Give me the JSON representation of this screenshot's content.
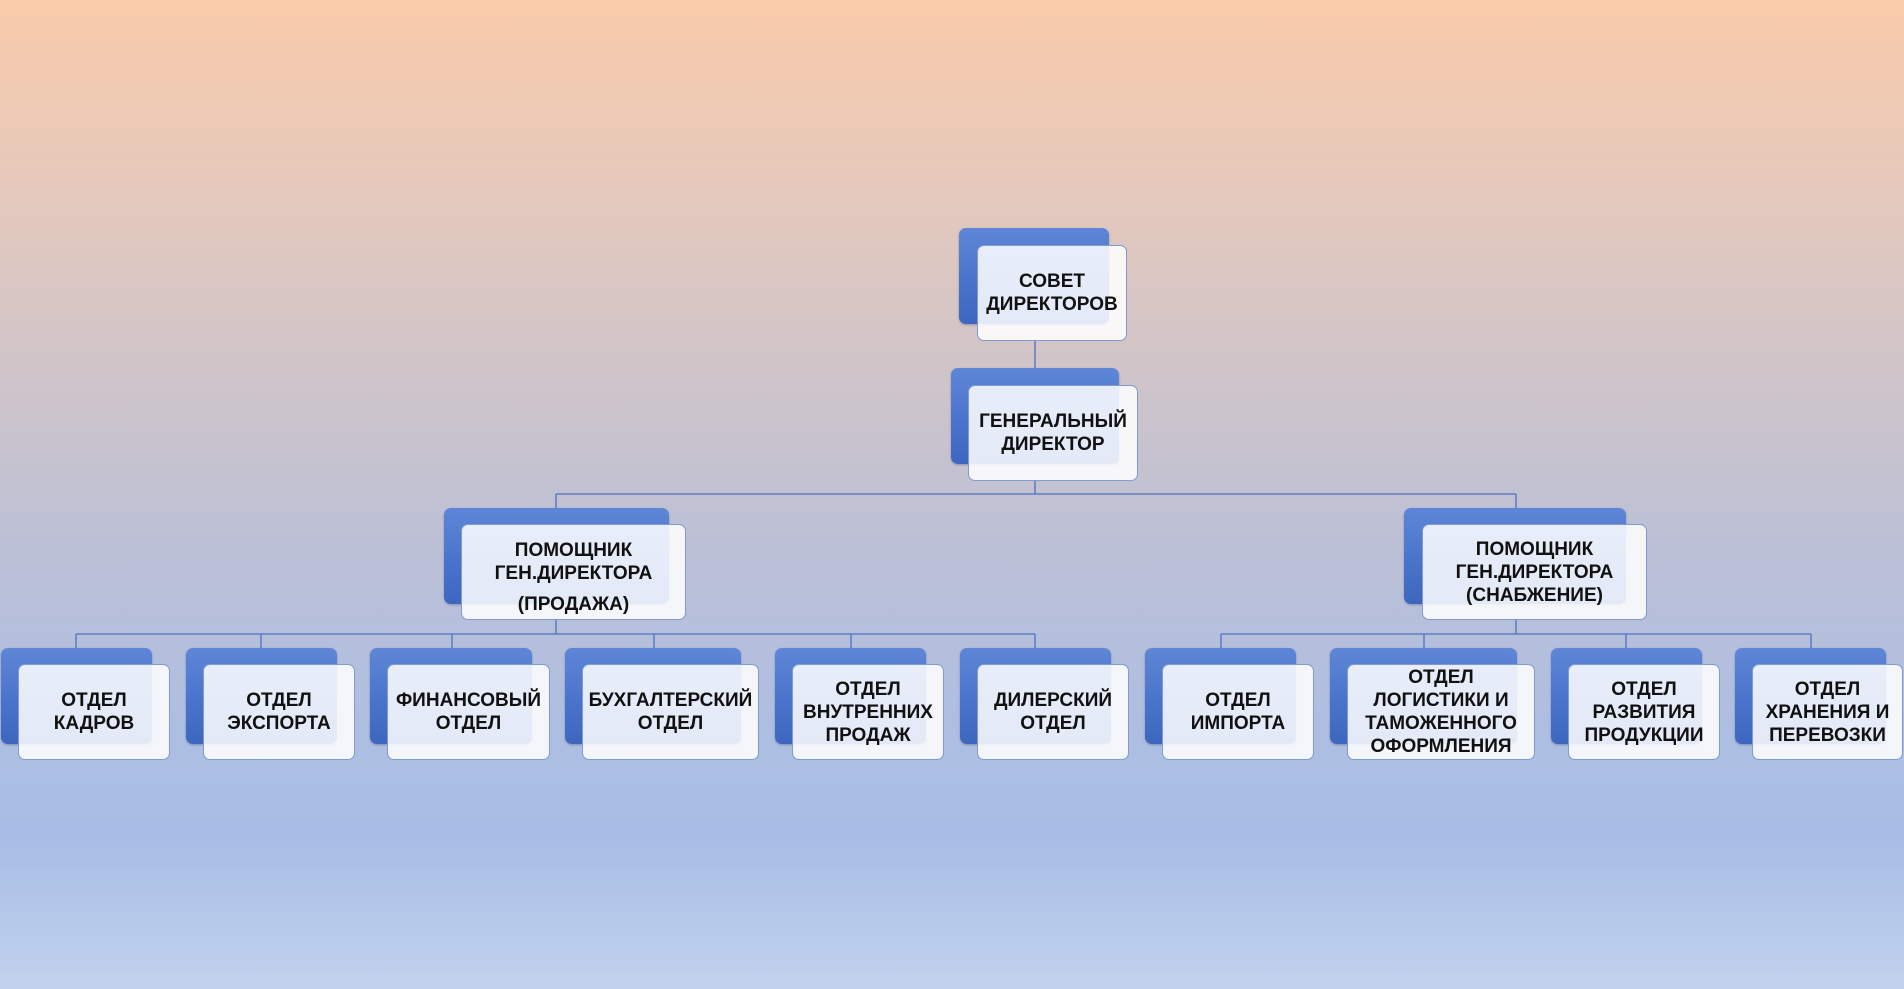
{
  "colors": {
    "box_back": "#4a74cc",
    "box_front": "#ffffff",
    "connector": "#4f6fbf",
    "text": "#111111"
  },
  "nodes": {
    "board": {
      "lines": [
        "СОВЕТ",
        "ДИРЕКТОРОВ"
      ]
    },
    "ceo": {
      "lines": [
        "ГЕНЕРАЛЬНЫЙ",
        "ДИРЕКТОР"
      ]
    },
    "assistant_sales": {
      "lines": [
        "ПОМОЩНИК",
        "ГЕН.ДИРЕКТОРА",
        "(ПРОДАЖА)"
      ]
    },
    "assistant_supply": {
      "lines": [
        "ПОМОЩНИК",
        "ГЕН.ДИРЕКТОРА",
        "(СНАБЖЕНИЕ)"
      ]
    },
    "hr": {
      "lines": [
        "ОТДЕЛ",
        "КАДРОВ"
      ]
    },
    "export": {
      "lines": [
        "ОТДЕЛ",
        "ЭКСПОРТА"
      ]
    },
    "finance": {
      "lines": [
        "ФИНАНСОВЫЙ",
        "ОТДЕЛ"
      ]
    },
    "accounting": {
      "lines": [
        "БУХГАЛТЕРСКИЙ",
        "ОТДЕЛ"
      ]
    },
    "domestic_sales": {
      "lines": [
        "ОТДЕЛ",
        "ВНУТРЕННИХ",
        "ПРОДАЖ"
      ]
    },
    "dealer": {
      "lines": [
        "ДИЛЕРСКИЙ",
        "ОТДЕЛ"
      ]
    },
    "import": {
      "lines": [
        "ОТДЕЛ",
        "ИМПОРТА"
      ]
    },
    "logistics": {
      "lines": [
        "ОТДЕЛ",
        "ЛОГИСТИКИ И",
        "ТАМОЖЕННОГО",
        "ОФОРМЛЕНИЯ"
      ]
    },
    "product_dev": {
      "lines": [
        "ОТДЕЛ",
        "РАЗВИТИЯ",
        "ПРОДУКЦИИ"
      ]
    },
    "storage": {
      "lines": [
        "ОТДЕЛ",
        "ХРАНЕНИЯ И",
        "ПЕРЕВОЗКИ"
      ]
    }
  }
}
